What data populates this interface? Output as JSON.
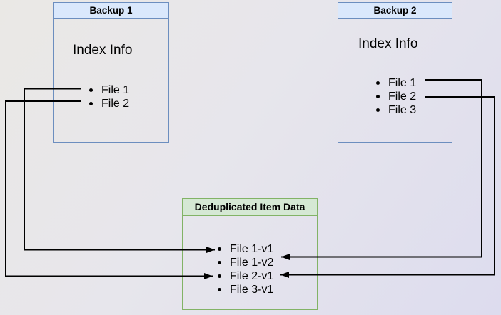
{
  "diagram": {
    "backup1": {
      "title": "Backup 1",
      "section_label": "Index Info",
      "files": [
        "File 1",
        "File 2"
      ]
    },
    "backup2": {
      "title": "Backup 2",
      "section_label": "Index Info",
      "files": [
        "File 1",
        "File 2",
        "File 3"
      ]
    },
    "dedup": {
      "title": "Deduplicated Item Data",
      "items": [
        "File 1-v1",
        "File 1-v2",
        "File 2-v1",
        "File 3-v1"
      ]
    },
    "connectors": [
      {
        "from": "Backup 1 / File 1",
        "to": "Deduplicated Item Data / File 1-v1"
      },
      {
        "from": "Backup 1 / File 2",
        "to": "Deduplicated Item Data / File 2-v1"
      },
      {
        "from": "Backup 2 / File 1",
        "to": "Deduplicated Item Data / File 1-v2"
      },
      {
        "from": "Backup 2 / File 2",
        "to": "Deduplicated Item Data / File 2-v1"
      }
    ],
    "colors": {
      "backup_header_fill": "#dae8fc",
      "backup_border": "#6c8ebf",
      "dedup_header_fill": "#d5e8d4",
      "dedup_border": "#82b366",
      "connector": "#000000"
    }
  }
}
